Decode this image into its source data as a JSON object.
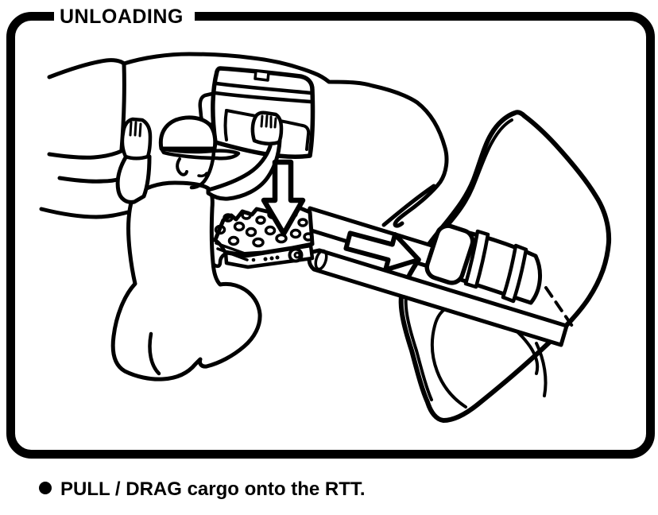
{
  "figure": {
    "title": "UNLOADING",
    "caption": {
      "text": "PULL / DRAG cargo onto the RTT."
    },
    "colors": {
      "ink": "#000000",
      "paper": "#ffffff"
    },
    "illustration": {
      "elements": [
        "person-pulling-cargo",
        "cargo-box",
        "cargo-bag",
        "rtt-platform",
        "rtt-rails",
        "tent-flap",
        "down-arrow-icon",
        "right-arrow-icon"
      ]
    }
  }
}
